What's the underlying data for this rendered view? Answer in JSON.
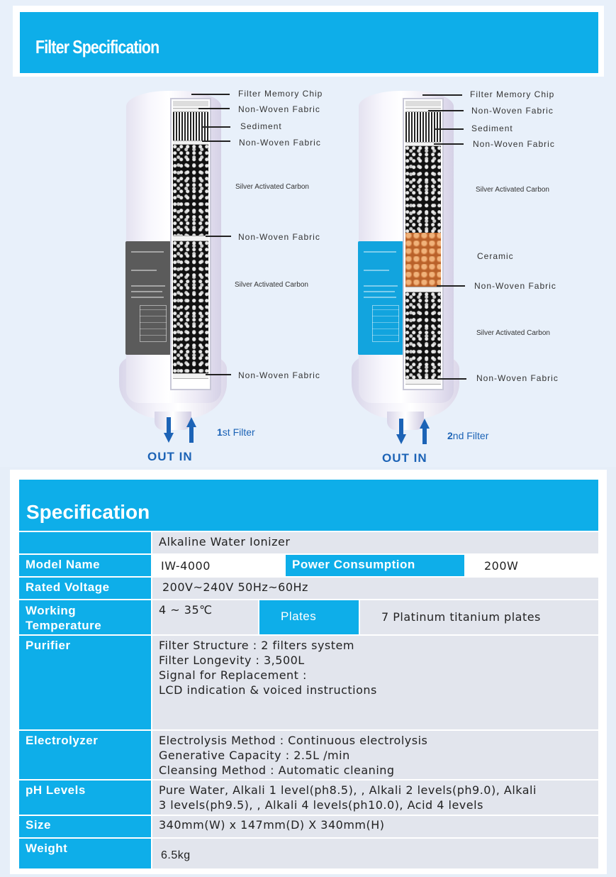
{
  "filter_spec": {
    "title": "Filter Specification",
    "filter1": {
      "name_num": "1",
      "name_suffix": "st",
      "name_word": "Filter",
      "labels": {
        "chip": "Filter Memory Chip",
        "nw1": "Non-Woven Fabric",
        "sediment": "Sediment",
        "nw2": "Non-Woven Fabric",
        "carbon1": "Silver Activated Carbon",
        "nw3": "Non-Woven Fabric",
        "carbon2": "Silver Activated Carbon",
        "nw4": "Non-Woven Fabric"
      }
    },
    "filter2": {
      "name_num": "2",
      "name_suffix": "nd",
      "name_word": "Filter",
      "labels": {
        "chip": "Filter Memory Chip",
        "nw1": "Non-Woven Fabric",
        "sediment": "Sediment",
        "nw2": "Non-Woven Fabric",
        "carbon1": "Silver Activated Carbon",
        "ceramic": "Ceramic",
        "nw3": "Non-Woven Fabric",
        "carbon2": "Silver Activated Carbon",
        "nw4": "Non-Woven Fabric"
      }
    },
    "out_in": "OUT IN",
    "icons": [
      "arrow-down-icon",
      "arrow-up-icon"
    ],
    "colors": {
      "banner": "#0eaee9",
      "arrow": "#1c63b6"
    }
  },
  "spec": {
    "title": "Specification",
    "product": "Alkaline Water Ionizer",
    "model_label": "Model  Name",
    "model_value": "IW-4000",
    "power_label": "Power  Consumption",
    "power_value": "200W",
    "voltage_label": "Rated  Voltage",
    "voltage_value": "200V~240V 50Hz~60Hz",
    "working_label1": "Working",
    "working_label2": "Temperature",
    "working_value": "4 ~ 35℃",
    "plates_label": "Plates",
    "plates_value": "7 Platinum titanium plates",
    "purifier_label": "Purifier",
    "purifier_lines": [
      "Filter Structure : 2 filters system",
      "Filter Longevity : 3,500L",
      "Signal for Replacement :",
      "LCD indication & voiced instructions"
    ],
    "electrolyzer_label": "Electrolyzer",
    "electrolyzer_lines": [
      "Electrolysis Method : Continuous electrolysis",
      "Generative Capacity : 2.5L /min",
      "Cleansing Method : Automatic cleaning"
    ],
    "ph_label": "pH  Levels",
    "ph_lines": [
      "Pure Water, Alkali 1 level(ph8.5), , Alkali 2 levels(ph9.0), Alkali",
      "3 levels(ph9.5), , Alkali 4 levels(ph10.0), Acid 4 levels"
    ],
    "size_label": "Size",
    "size_value": "340mm(W) x 147mm(D) X 340mm(H)",
    "weight_label": "Weight",
    "weight_value": "6.5kg"
  }
}
